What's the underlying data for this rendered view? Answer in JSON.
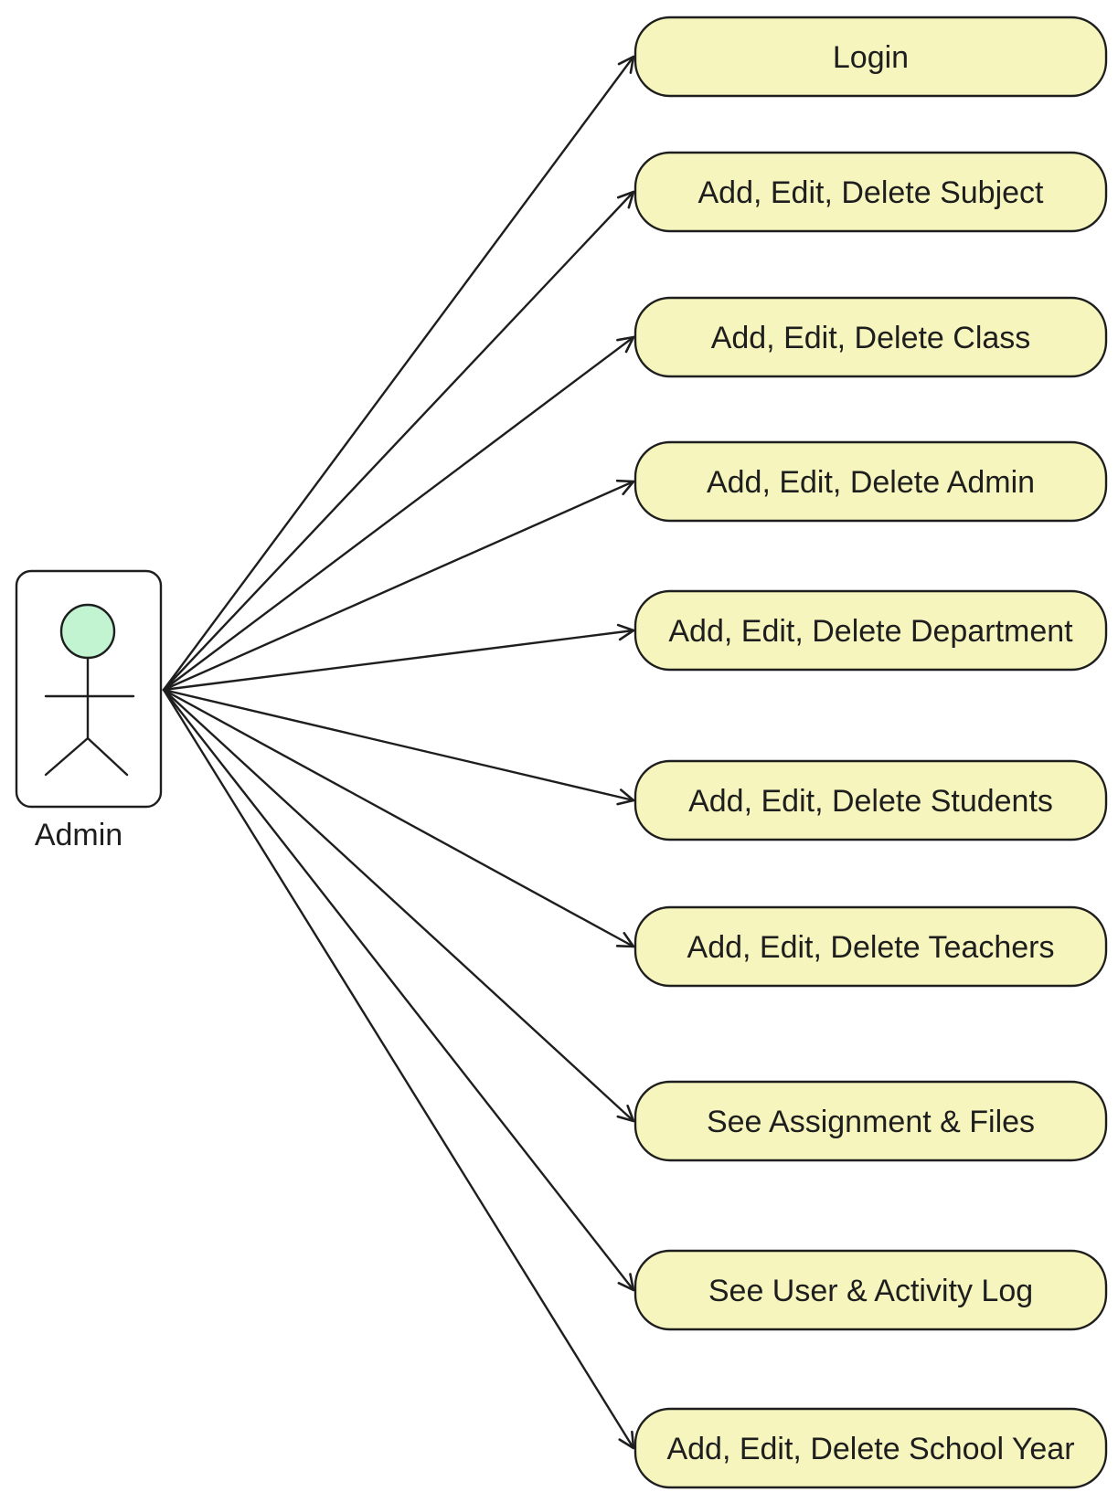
{
  "actor": {
    "label": "Admin",
    "head_color": "#c3f4d2",
    "icon": "stick-figure-icon"
  },
  "use_cases": [
    {
      "id": "login",
      "label": "Login"
    },
    {
      "id": "subject",
      "label": "Add, Edit, Delete Subject"
    },
    {
      "id": "class",
      "label": "Add, Edit, Delete Class"
    },
    {
      "id": "admin",
      "label": "Add, Edit, Delete Admin"
    },
    {
      "id": "department",
      "label": "Add, Edit, Delete Department"
    },
    {
      "id": "students",
      "label": "Add, Edit, Delete Students"
    },
    {
      "id": "teachers",
      "label": "Add, Edit, Delete Teachers"
    },
    {
      "id": "assignment",
      "label": "See Assignment & Files"
    },
    {
      "id": "activity-log",
      "label": "See User & Activity Log"
    },
    {
      "id": "school-year",
      "label": "Add, Edit, Delete School Year"
    }
  ],
  "colors": {
    "usecase_fill": "#f5f5bd",
    "stroke": "#1e1e1e"
  }
}
